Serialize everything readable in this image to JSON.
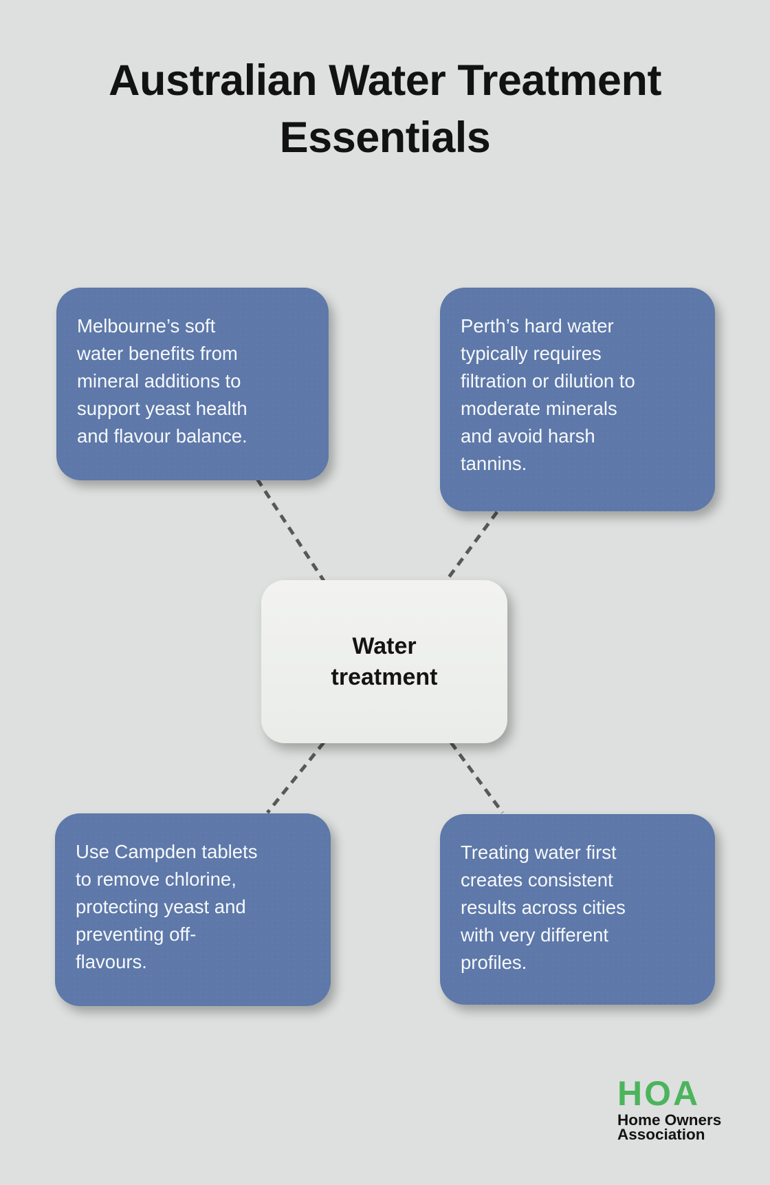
{
  "title": "Australian Water Treatment\nEssentials",
  "center_node": {
    "label": "Water\ntreatment"
  },
  "nodes": {
    "top_left": {
      "text": "Melbourne’s soft\nwater benefits from\nmineral additions to\nsupport yeast health\nand flavour balance."
    },
    "top_right": {
      "text": "Perth’s hard water\ntypically requires\nfiltration or dilution to\nmoderate minerals\nand avoid harsh\ntannins."
    },
    "bottom_left": {
      "text": "Use Campden tablets\nto remove chlorine,\nprotecting yeast and\npreventing off-\nflavours."
    },
    "bottom_right": {
      "text": "Treating water first\ncreates consistent\nresults across cities\nwith very different\nprofiles."
    }
  },
  "logo": {
    "acronym": "HOA",
    "name": "Home Owners\nAssociation"
  },
  "colors": {
    "background": "#dde0de",
    "node_fill": "#5d78a9",
    "node_text": "#f7f9fb",
    "center_fill": "#efefed",
    "center_text": "#141414",
    "connector": "#585858",
    "title_text": "#121212",
    "logo_green": "#4cb45c",
    "logo_text": "#121212"
  }
}
